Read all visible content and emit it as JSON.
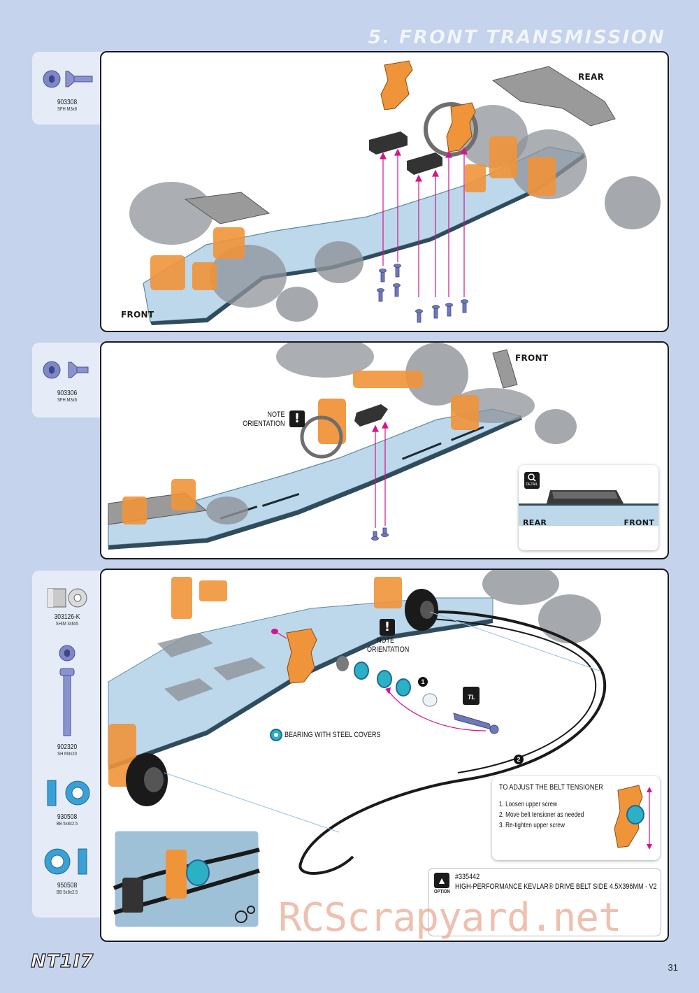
{
  "page": {
    "section_title": "5. FRONT TRANSMISSION",
    "page_number": "31",
    "logo_text": "NT1I7",
    "watermark": "RCScrapyard.net"
  },
  "step1": {
    "parts": [
      {
        "code": "903308",
        "desc": "SFH M3x8"
      }
    ],
    "labels": {
      "rear": "REAR",
      "front": "FRONT"
    }
  },
  "step2": {
    "parts": [
      {
        "code": "903306",
        "desc": "SFH M3x6"
      }
    ],
    "labels": {
      "front": "FRONT",
      "note_line1": "NOTE",
      "note_line2": "ORIENTATION",
      "detail_icon": "DETAIL",
      "detail_rear": "REAR",
      "detail_front": "FRONT"
    }
  },
  "step3": {
    "parts": [
      {
        "code": "303126-K",
        "desc": "SHIM 3x6x5"
      },
      {
        "code": "902320",
        "desc": "SH M3x20"
      },
      {
        "code": "930508",
        "desc": "BB 5x8x2.5"
      },
      {
        "code": "950508",
        "desc": "BB 5x8x2.5"
      }
    ],
    "labels": {
      "note_line1": "NOTE",
      "note_line2": "ORIENTATION",
      "bearing": "BEARING WITH STEEL COVERS",
      "step_num_1": "1",
      "step_num_2": "2",
      "tool_icon": "TL"
    },
    "tension_box": {
      "title": "TO ADJUST THE BELT TENSIONER",
      "steps": [
        "1. Loosen upper screw",
        "2. Move belt tensioner as needed",
        "3. Re-tighten upper screw"
      ]
    },
    "option_box": {
      "part_number": "#335442",
      "name": "HIGH-PERFORMANCE KEVLAR® DRIVE BELT SIDE 4.5X396MM - V2",
      "option_label": "OPTION"
    }
  },
  "colors": {
    "background": "#c5d4ec",
    "orange": "#f0943a",
    "blue_plate": "#b9d6e8",
    "grey_part": "#8f9399",
    "magenta": "#d4148c",
    "screw": "#6f79b8"
  }
}
